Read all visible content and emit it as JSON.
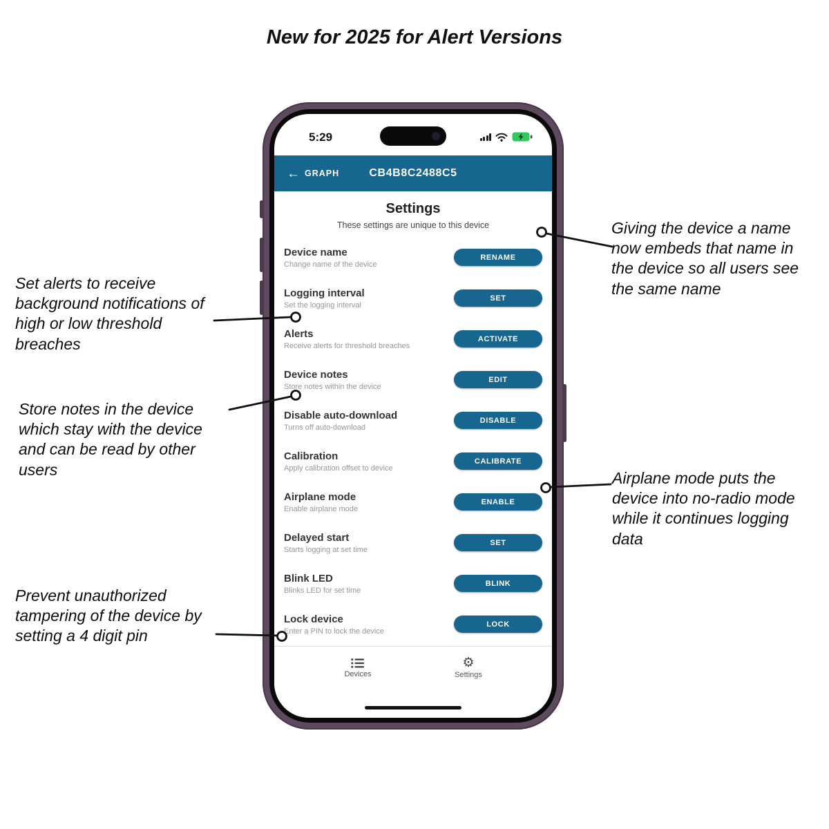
{
  "title": "New for 2025 for Alert Versions",
  "annotations": [
    {
      "id": "device-name",
      "text": "Giving the device a name now embeds that name in the device so all users see the same name"
    },
    {
      "id": "alerts",
      "text": "Set alerts to receive background notifications of high or low threshold breaches"
    },
    {
      "id": "notes",
      "text": "Store notes in the device which stay with the device and can be read by other users"
    },
    {
      "id": "airplane",
      "text": "Airplane mode puts the device into no-radio mode while it continues logging data"
    },
    {
      "id": "lock-pin",
      "text": "Prevent unauthorized tampering of the device by setting a 4 digit pin"
    }
  ],
  "phone": {
    "status": {
      "time": "5:29"
    },
    "app_bar": {
      "back_label": "GRAPH",
      "title": "CB4B8C2488C5"
    },
    "settings": {
      "heading": "Settings",
      "subheading": "These settings are unique to this device",
      "rows": [
        {
          "title": "Device name",
          "subtitle": "Change name of the device",
          "button": "RENAME"
        },
        {
          "title": "Logging interval",
          "subtitle": "Set the logging interval",
          "button": "SET"
        },
        {
          "title": "Alerts",
          "subtitle": "Receive alerts for threshold breaches",
          "button": "ACTIVATE"
        },
        {
          "title": "Device notes",
          "subtitle": "Store notes within the device",
          "button": "EDIT"
        },
        {
          "title": "Disable auto-download",
          "subtitle": "Turns off auto-download",
          "button": "DISABLE"
        },
        {
          "title": "Calibration",
          "subtitle": "Apply calibration offset to device",
          "button": "CALIBRATE"
        },
        {
          "title": "Airplane mode",
          "subtitle": "Enable airplane mode",
          "button": "ENABLE"
        },
        {
          "title": "Delayed start",
          "subtitle": "Starts logging at set time",
          "button": "SET"
        },
        {
          "title": "Blink LED",
          "subtitle": "Blinks LED for set time",
          "button": "BLINK"
        },
        {
          "title": "Lock device",
          "subtitle": "Enter a PIN to lock the device",
          "button": "LOCK"
        }
      ]
    },
    "tab_bar": {
      "tabs": [
        {
          "label": "Devices"
        },
        {
          "label": "Settings"
        }
      ]
    },
    "colors": {
      "accent": "#16668f",
      "battery_green": "#34c759"
    }
  }
}
